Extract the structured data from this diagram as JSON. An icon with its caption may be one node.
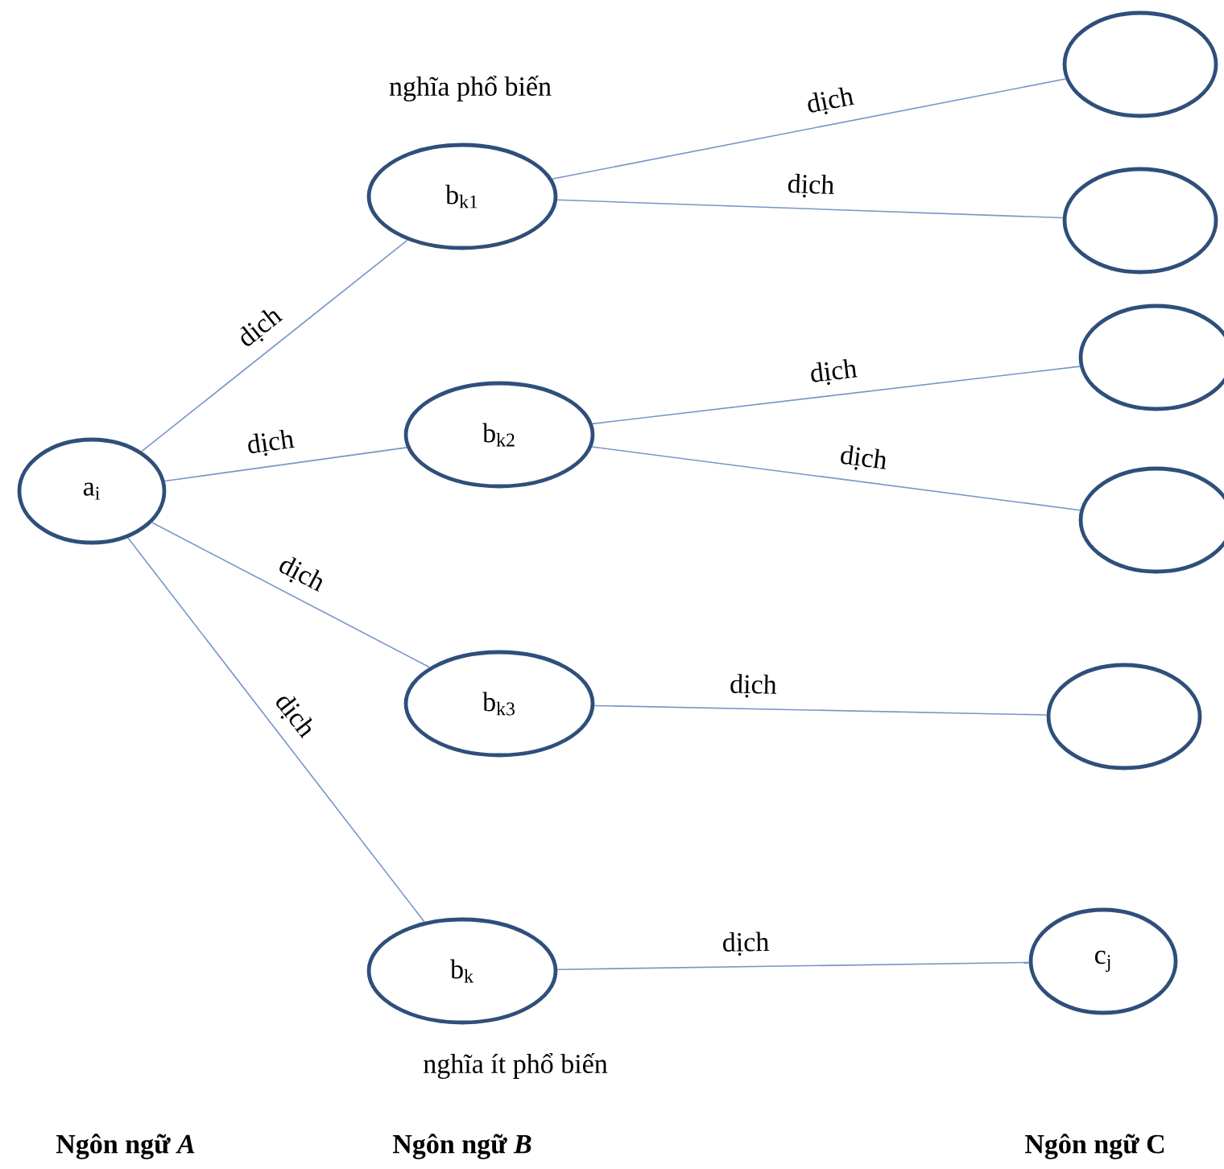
{
  "diagram": {
    "nodes": [
      {
        "text": [
          "a$_{i}$"
        ]
      },
      {
        "text": [
          "b$_{k1}$"
        ],
        "beside": [
          "nghĩa phổ biến"
        ]
      },
      {
        "text": [
          "b$_{k2}$"
        ]
      },
      {
        "text": [
          "b$_{k3}$"
        ]
      },
      {
        "text": [
          "b$_{k}$"
        ],
        "beside": [
          "nghĩa ít phổ biến"
        ]
      },
      {
        "text": [],
        "shape": "ellipse"
      },
      {
        "text": [],
        "shape": "ellipse"
      },
      {
        "text": [],
        "shape": "ellipse"
      },
      {
        "text": [],
        "shape": "ellipse"
      },
      {
        "text": [],
        "shape": "ellipse"
      },
      {
        "text": [
          "c$_{j}$"
        ]
      }
    ],
    "edges": [
      {
        "from": 0,
        "to": 1,
        "arrow": "none",
        "label": "dịch"
      },
      {
        "from": 0,
        "to": 2,
        "arrow": "none",
        "label": "dịch"
      },
      {
        "from": 0,
        "to": 3,
        "arrow": "none",
        "label": "dịch"
      },
      {
        "from": 0,
        "to": 4,
        "arrow": "none",
        "label": "dịch"
      },
      {
        "from": 1,
        "to": 5,
        "arrow": "none",
        "label": "dịch"
      },
      {
        "from": 1,
        "to": 6,
        "arrow": "none",
        "label": "dịch"
      },
      {
        "from": 2,
        "to": 7,
        "arrow": "none",
        "label": "dịch"
      },
      {
        "from": 2,
        "to": 8,
        "arrow": "none",
        "label": "dịch"
      },
      {
        "from": 3,
        "to": 9,
        "arrow": "none",
        "label": "dịch"
      },
      {
        "from": 4,
        "to": 10,
        "arrow": "none",
        "label": "dịch"
      }
    ],
    "labels": [
      "Ngôn ngữ *A*",
      "Ngôn ngữ *B*",
      "Ngôn ngữ C"
    ]
  }
}
